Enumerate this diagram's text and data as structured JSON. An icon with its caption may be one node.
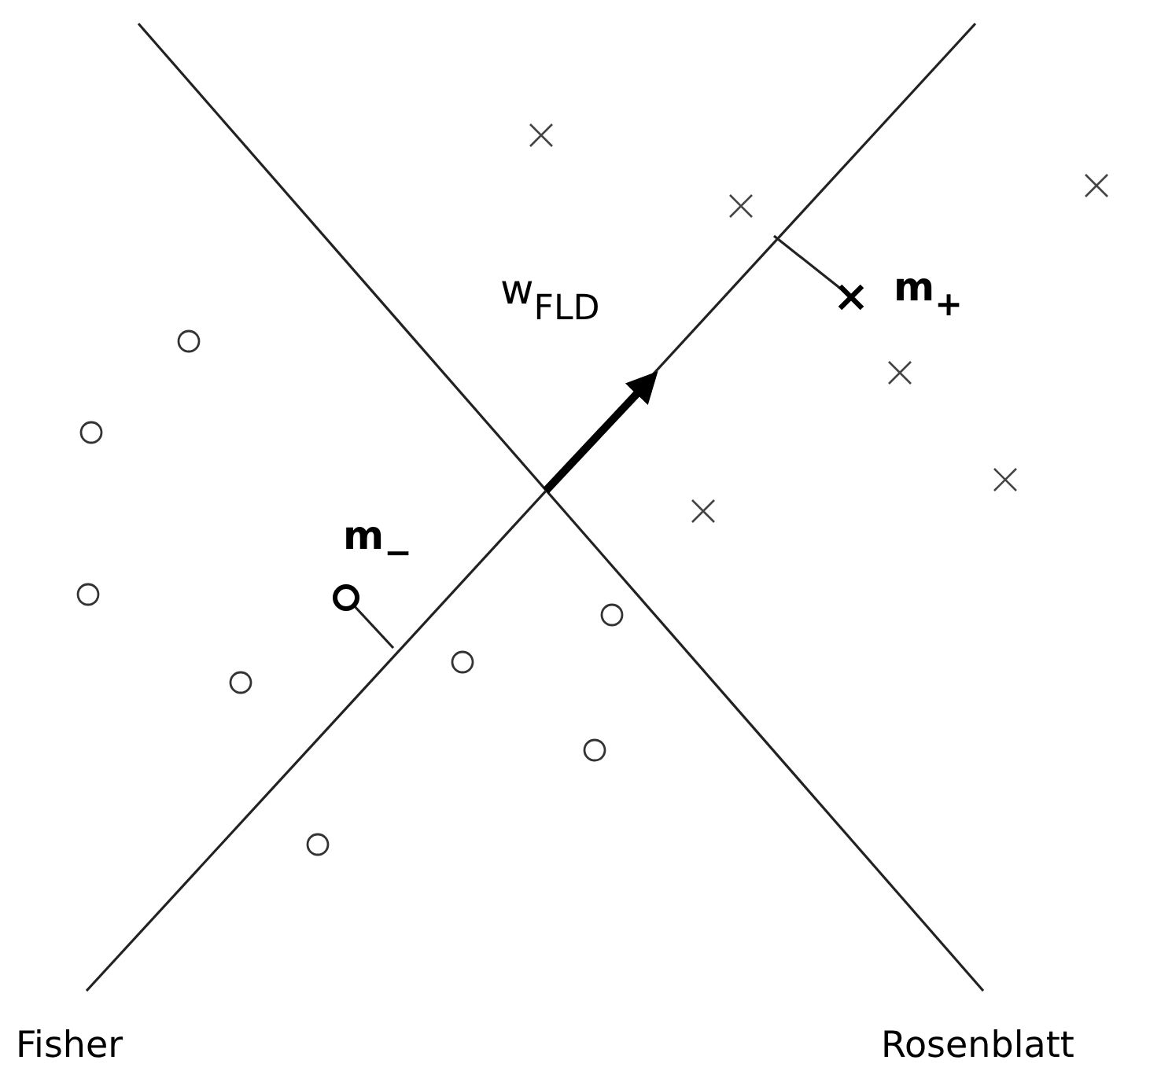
{
  "diagram": {
    "labels": [
      "w$_{FLD}$",
      "m$_{+}$",
      "m$_{−}$",
      "Fisher",
      "Rosenblatt"
    ]
  }
}
